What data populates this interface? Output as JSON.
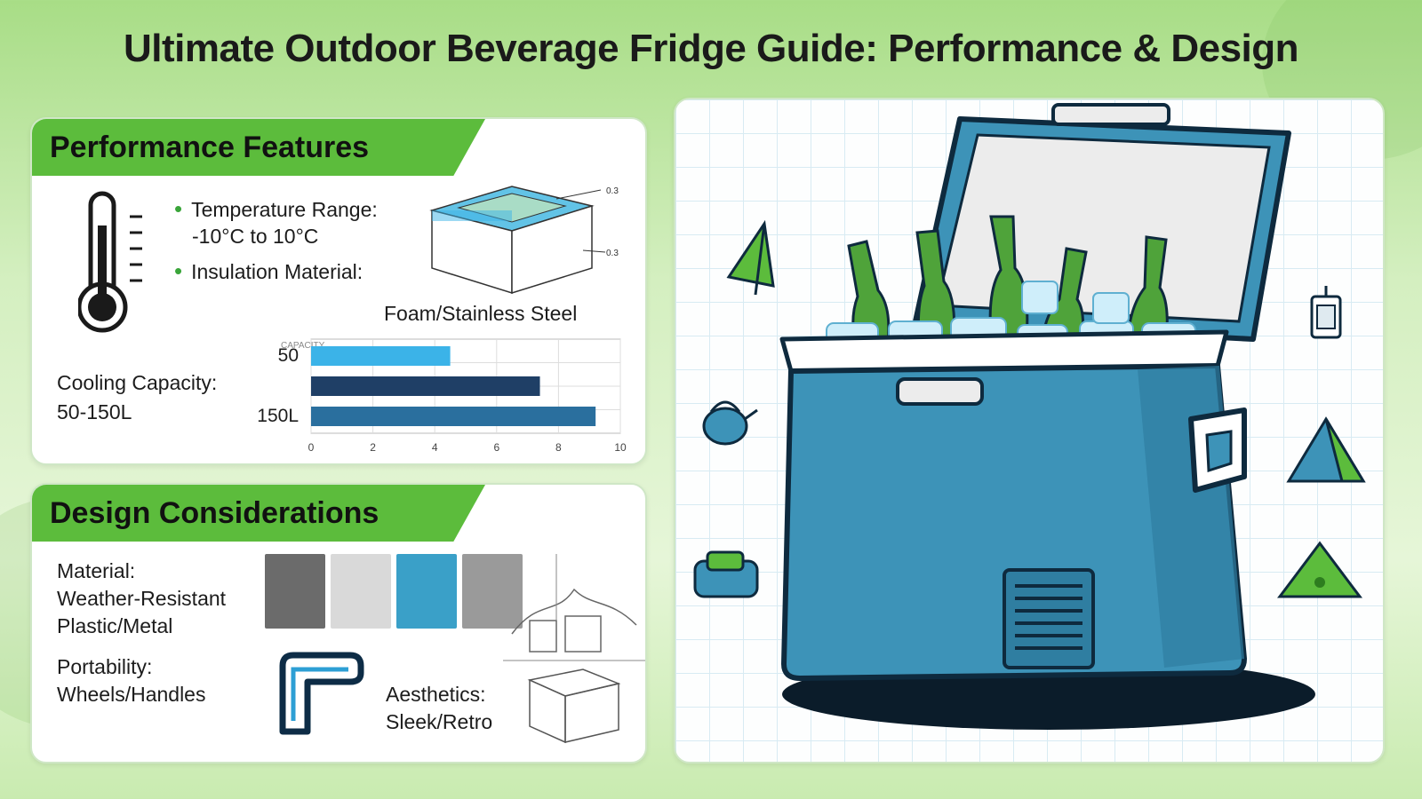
{
  "title": "Ultimate Outdoor Beverage Fridge Guide: Performance & Design",
  "performance": {
    "heading": "Performance Features",
    "temperature_label": "Temperature Range:",
    "temperature_value": "-10°C to 10°C",
    "insulation_label": "Insulation Material:",
    "insulation_value": "Foam/Stainless Steel",
    "cooling_label": "Cooling Capacity:",
    "cooling_value": "50-150L",
    "chart_heading": "CAPACITY",
    "chart_label_top": "50",
    "chart_label_bottom": "150L",
    "diagram_label_1": "0.3",
    "diagram_label_2": "0.3"
  },
  "chart_data": {
    "type": "bar",
    "title": "CAPACITY",
    "x_ticks": [
      "0",
      "2",
      "4",
      "6",
      "8",
      "10"
    ],
    "xlim": [
      0,
      10
    ],
    "bars": [
      {
        "label": "50",
        "value": 4.5,
        "color": "#3bb3e8"
      },
      {
        "label": "",
        "value": 7.4,
        "color": "#1f3f66"
      },
      {
        "label": "150L",
        "value": 9.2,
        "color": "#2a6f9e"
      }
    ]
  },
  "design": {
    "heading": "Design Considerations",
    "material_label": "Material:",
    "material_value_1": "Weather-Resistant",
    "material_value_2": "Plastic/Metal",
    "portability_label": "Portability:",
    "portability_value": "Wheels/Handles",
    "aesthetics_label": "Aesthetics:",
    "aesthetics_value": "Sleek/Retro",
    "swatch_colors": [
      "#6b6b6b",
      "#d9d9d9",
      "#3aa0c8",
      "#9a9a9a"
    ]
  },
  "colors": {
    "accent_green": "#5cbc3c",
    "cooler_blue": "#3d93b8",
    "bottle_green": "#4fa33a"
  },
  "icons": [
    "thermometer-icon",
    "insulation-diagram-icon",
    "handle-icon",
    "tent-icon",
    "kettle-icon",
    "lantern-icon",
    "bag-icon",
    "flag-icon"
  ]
}
